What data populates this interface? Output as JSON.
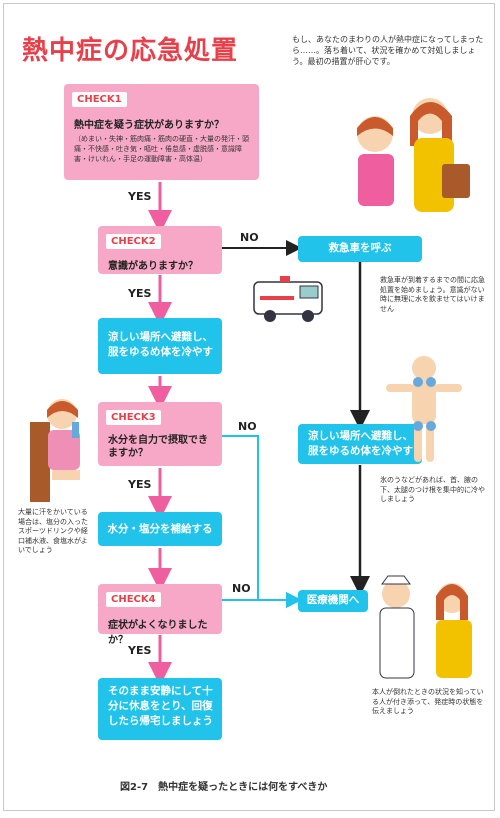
{
  "title": "熱中症の応急処置",
  "intro": "もし、あなたのまわりの人が熱中症になってしまったら……。落ち着いて、状況を確かめて対処しましょう。最初の措置が肝心です。",
  "check1": {
    "tag": "CHECK1",
    "question": "熱中症を疑う症状がありますか？",
    "symptoms": "（めまい・失神・筋肉痛・筋肉の硬直・大量の発汗・頭痛・不快感・吐き気・嘔吐・倦怠感・虚脱感・意識障害・けいれん・手足の運動障害・高体温）"
  },
  "check2": {
    "tag": "CHECK2",
    "question": "意識がありますか？"
  },
  "check3": {
    "tag": "CHECK3",
    "question": "水分を自力で摂取できますか？"
  },
  "check4": {
    "tag": "CHECK4",
    "question": "症状がよくなりましたか？"
  },
  "actions": {
    "cool_left": "涼しい場所へ避難し、服をゆるめ体を冷やす",
    "hydrate": "水分・塩分を補給する",
    "rest": "そのまま安静にして十分に休息をとり、回復したら帰宅しましょう",
    "ambulance": "救急車を呼ぶ",
    "cool_right": "涼しい場所へ避難し、服をゆるめ体を冷やす",
    "hospital": "医療機関へ"
  },
  "labels": {
    "yes": "YES",
    "no": "NO"
  },
  "notes": {
    "ambulance": "救急車が到着するまでの間に応急処置を始めましょう。意識がない時に無理に水を飲ませてはいけません",
    "ice": "氷のうなどがあれば、首、腋の下、太腿のつけ根を集中的に冷やしましょう",
    "sweat": "大量に汗をかいている場合は、塩分の入ったスポーツドリンクや経口補水液、食塩水がよいでしょう",
    "hospital": "本人が倒れたときの状況を知っている人が付き添って、発症時の状態を伝えましょう"
  },
  "caption": "図2-7　熱中症を疑ったときには何をすべきか",
  "colors": {
    "pink": "#f7a8c6",
    "cyan": "#22c3ea",
    "red": "#e8404b",
    "arrow_pink": "#ef5fa0"
  }
}
